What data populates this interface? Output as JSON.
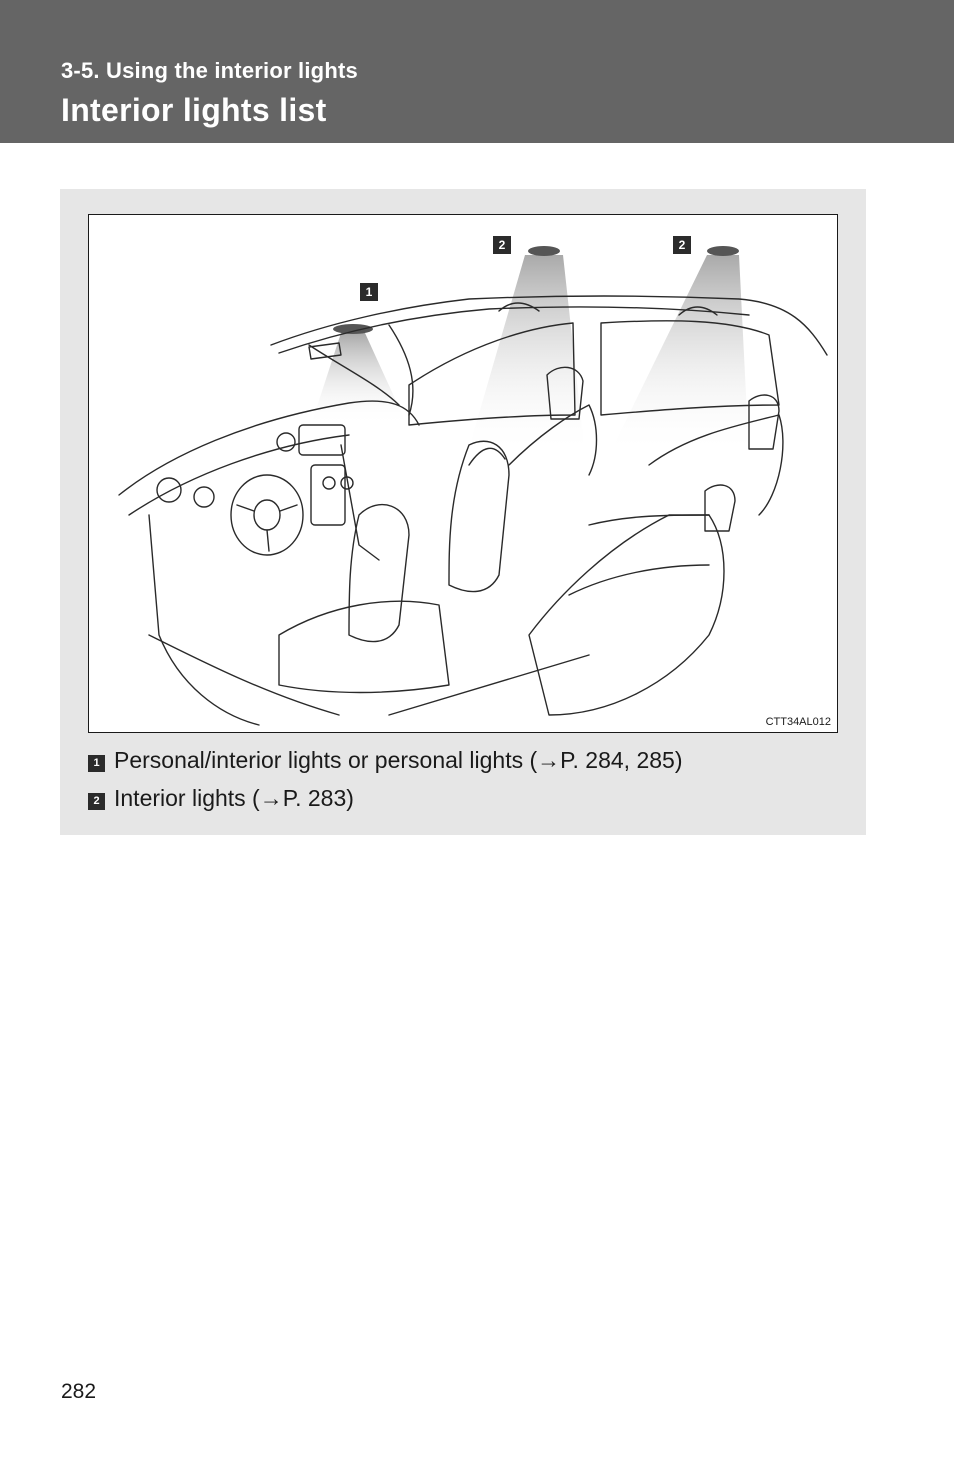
{
  "header": {
    "section": "3-5. Using the interior lights",
    "title": "Interior lights list"
  },
  "figure": {
    "code": "CTT34AL012",
    "callouts": [
      "1",
      "2",
      "2"
    ]
  },
  "legend": [
    {
      "num": "1",
      "text": "Personal/interior lights or personal lights (→P. 284, 285)"
    },
    {
      "num": "2",
      "text": "Interior lights (→P. 283)"
    }
  ],
  "footer": {
    "page_number": "282"
  }
}
